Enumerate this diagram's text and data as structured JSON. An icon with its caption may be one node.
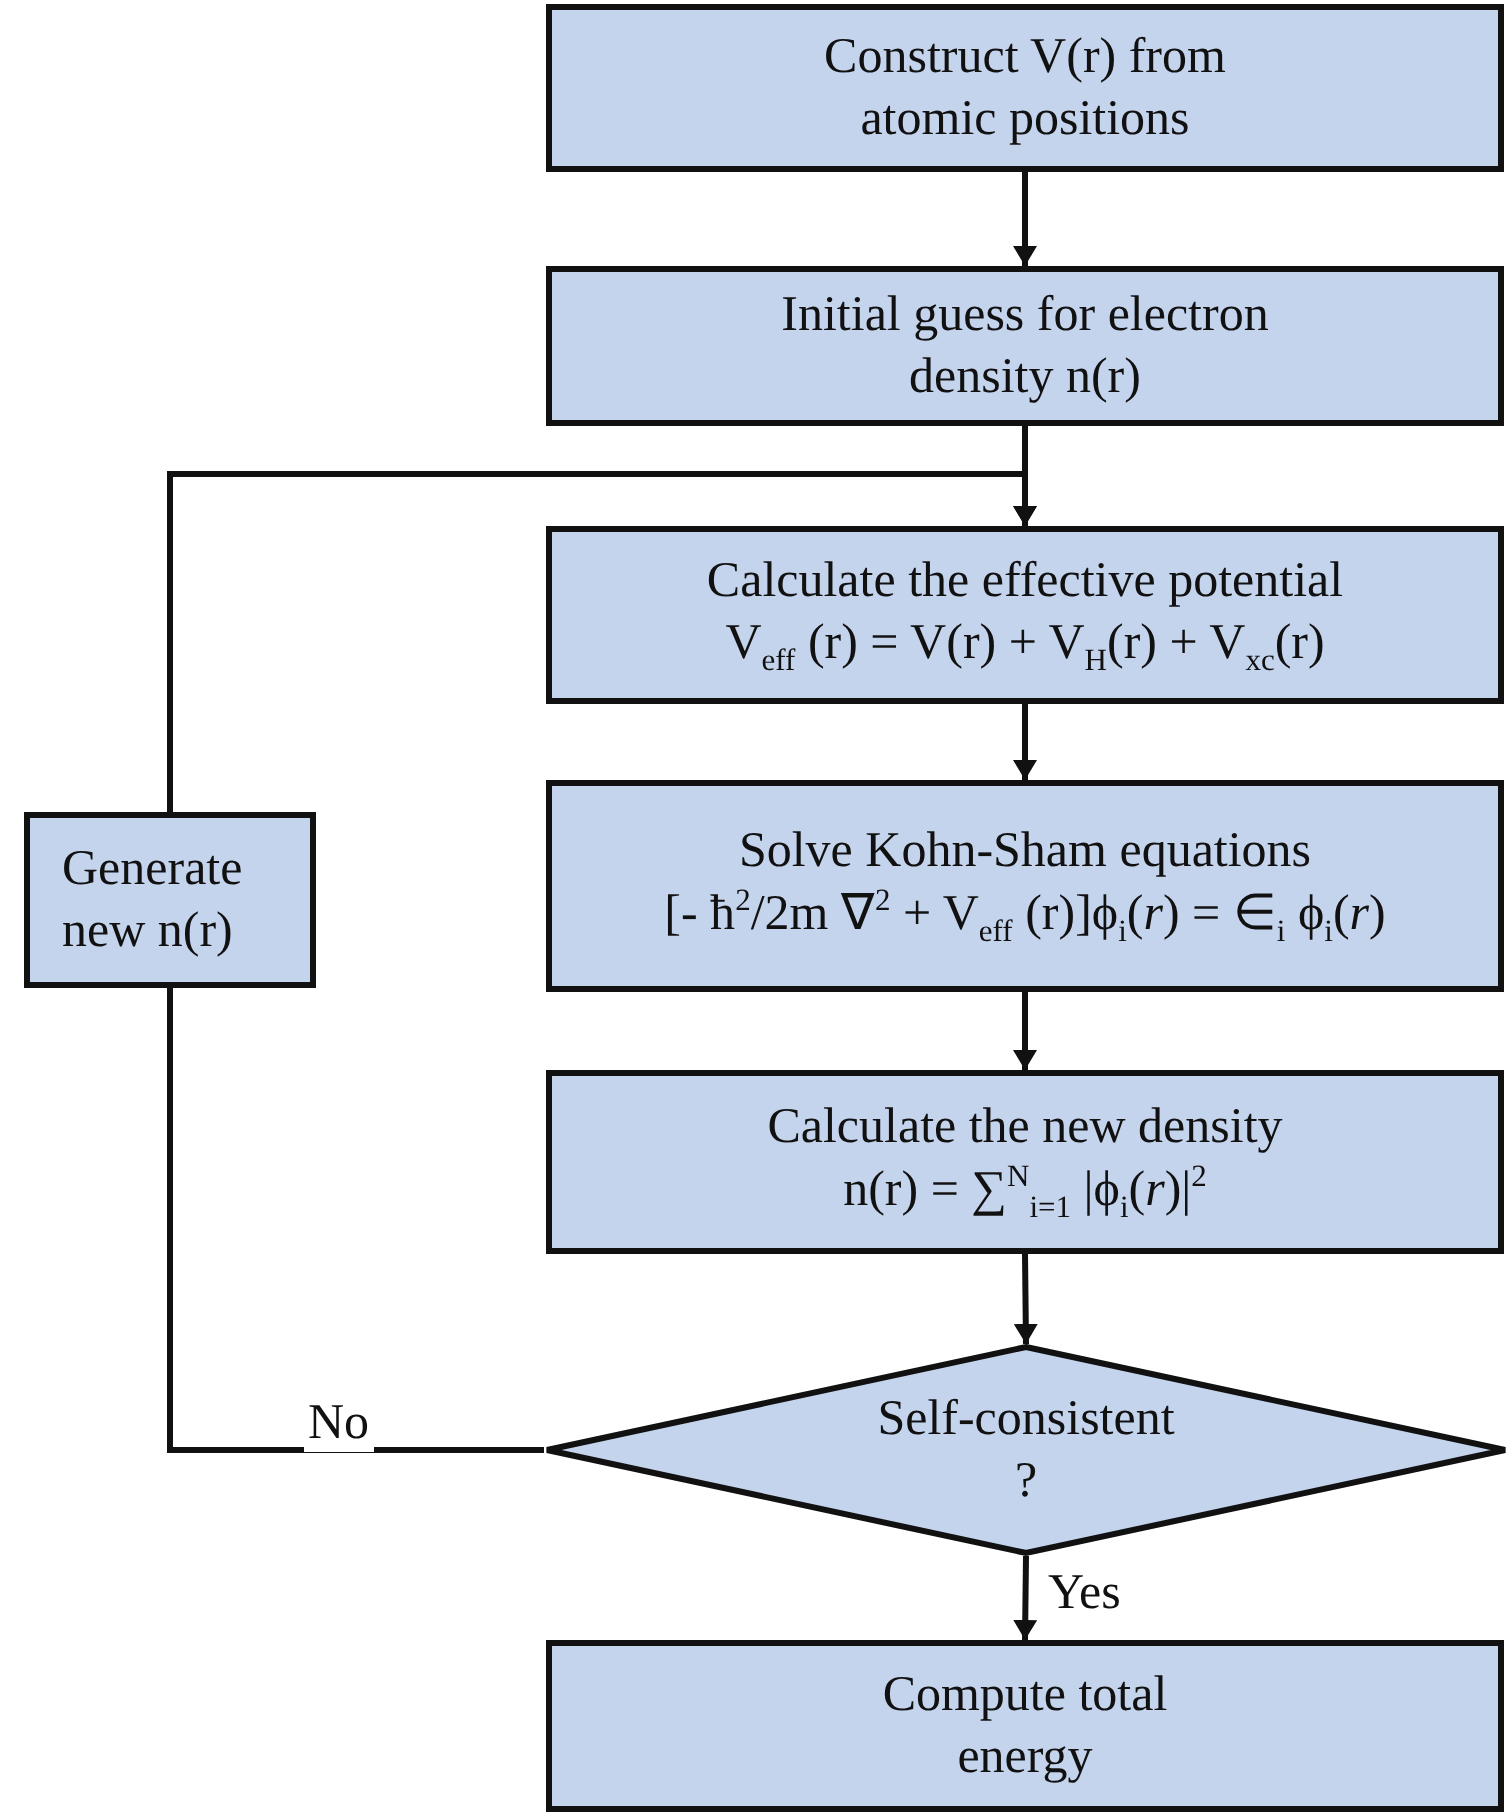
{
  "diagram": {
    "nodes": [
      {
        "text": [
          "Construct V(r) from atomic positions"
        ]
      },
      {
        "text": [
          "Initial guess for electron density n(r)"
        ]
      },
      {
        "text": [
          "Calculate the effective potential",
          "V$_{eff}$ (r) = V(r) + V$_{H}$(r) + V$_{xc}$(r)"
        ]
      },
      {
        "text": [
          "Generate new n(r)"
        ]
      },
      {
        "text": [
          "Solve Kohn-Sham equations",
          "[- ħ$^{2}$/2m ∇$^{2}$ + V$_{eff}$ (r)]ϕ$_{i}$(*r*) = ∈$_{i}$ ϕ$_{i}$(*r*)"
        ]
      },
      {
        "text": [
          "Calculate the new density",
          "n(r) = ∑$^{N}$$_{i=1}$ |ϕ$_{i}$(*r*)|$^{2}$"
        ]
      },
      {
        "text": [
          "Self-consistent ?"
        ]
      },
      {
        "text": [
          "Compute total energy"
        ]
      }
    ],
    "edges": [
      {
        "from": 0,
        "to": 1,
        "arrow": "to"
      },
      {
        "from": 1,
        "to": 2,
        "arrow": "to"
      },
      {
        "from": 3,
        "to": 2,
        "arrow": "to"
      },
      {
        "from": 2,
        "to": 4,
        "arrow": "to"
      },
      {
        "from": 4,
        "to": 5,
        "arrow": "to"
      },
      {
        "from": 5,
        "to": 6,
        "arrow": "to"
      },
      {
        "from": 6,
        "to": 3,
        "arrow": "none",
        "label": "No"
      },
      {
        "from": 6,
        "to": 7,
        "arrow": "to",
        "label": "Yes"
      }
    ]
  }
}
